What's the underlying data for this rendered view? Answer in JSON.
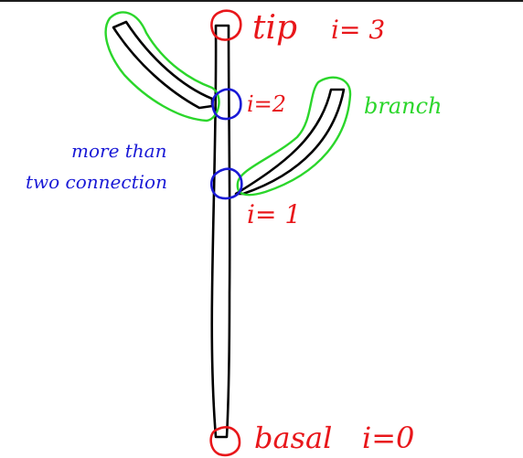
{
  "colors": {
    "trunk": "#000000",
    "node_endpoint": "#e8161a",
    "node_junction": "#1a1ad6",
    "branch_outline": "#2bd62b",
    "background": "#ffffff"
  },
  "labels": {
    "tip": "tip",
    "tip_index": "i= 3",
    "junction_upper_index": "i=2",
    "branch": "branch",
    "connection_line1": "more than",
    "connection_line2": "two connection",
    "junction_lower_index": "i= 1",
    "basal": "basal",
    "basal_index": "i=0"
  }
}
